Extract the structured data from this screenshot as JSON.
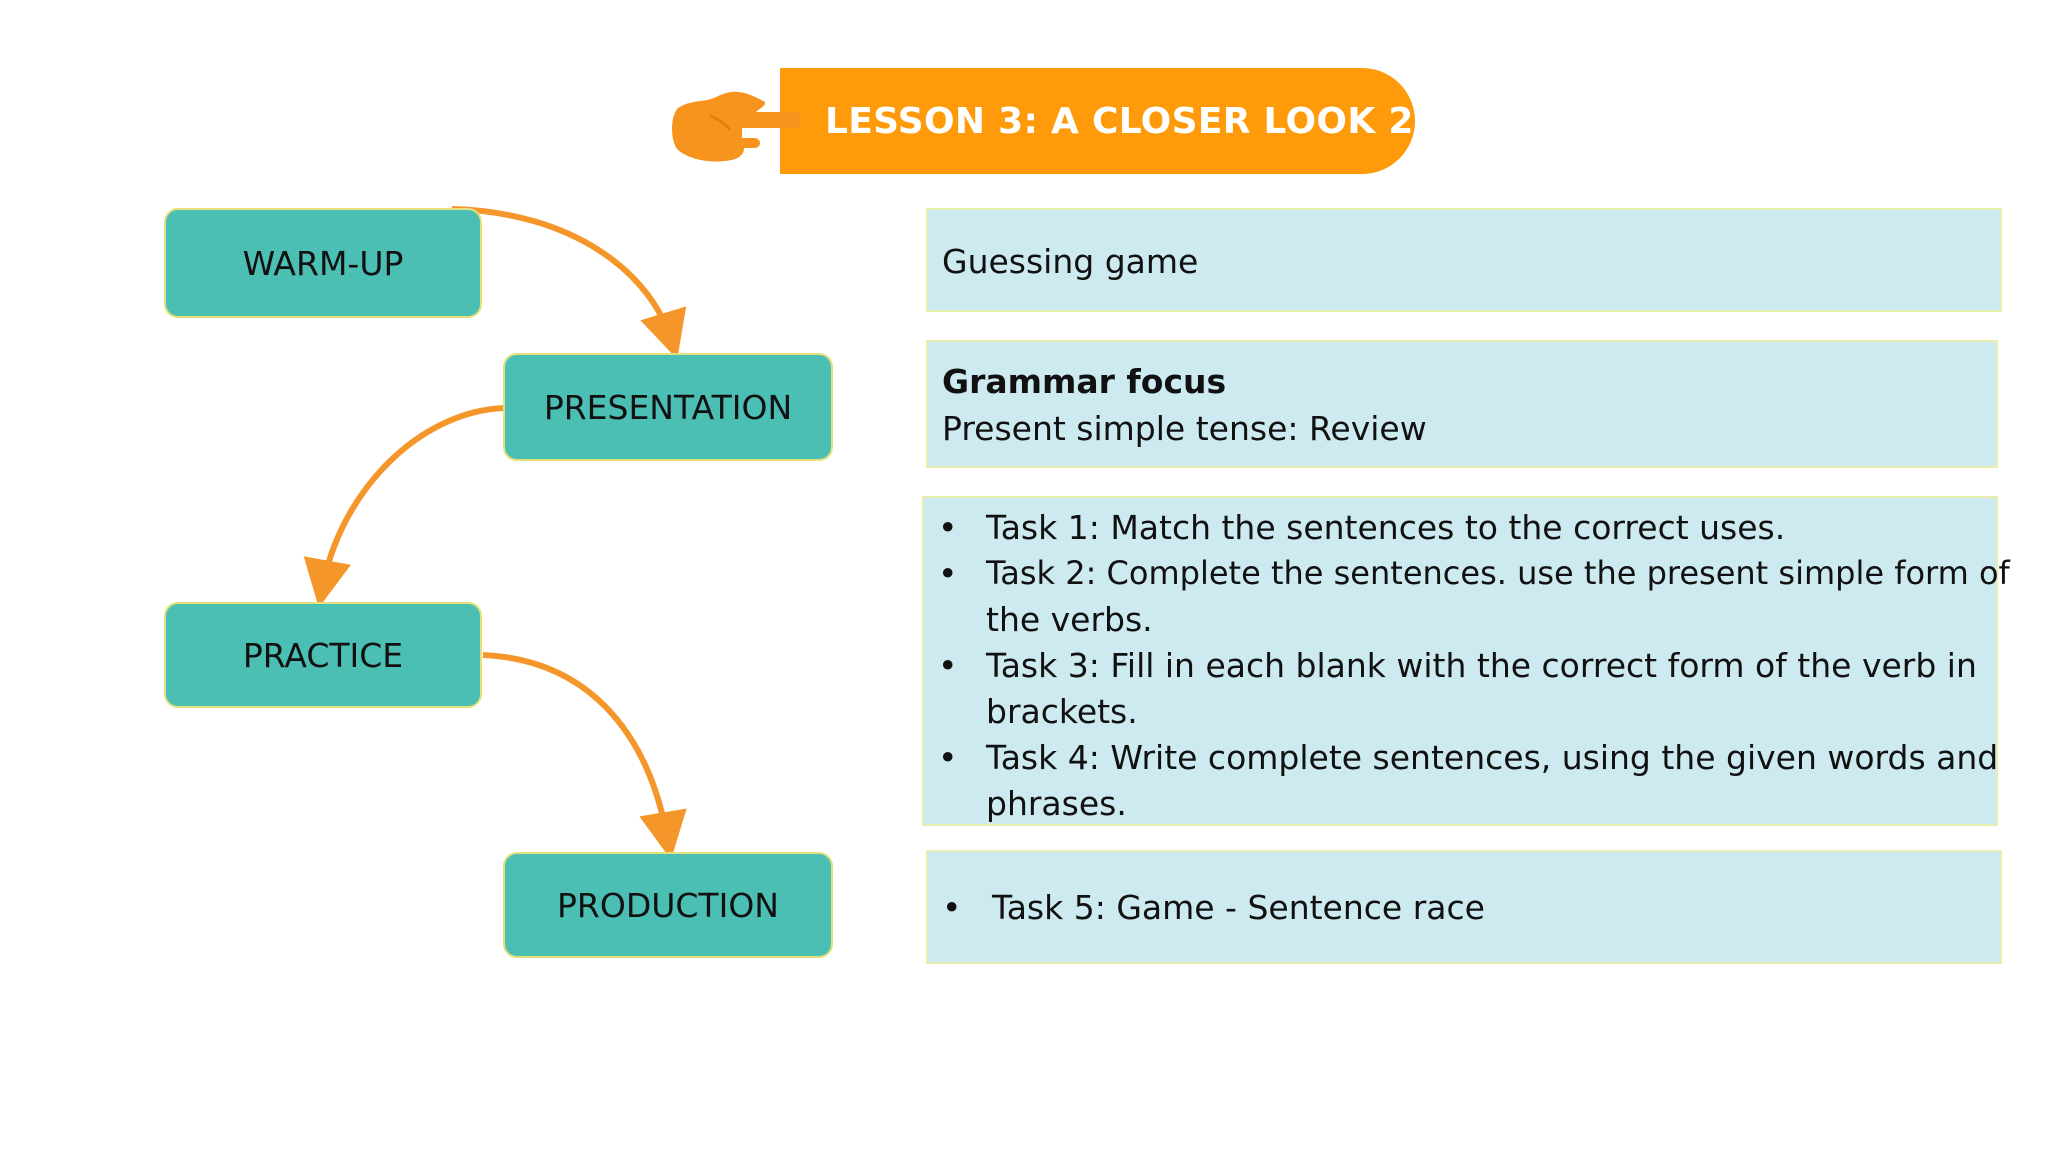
{
  "banner": {
    "title": "LESSON 3: A CLOSER LOOK 2"
  },
  "colors": {
    "banner": "#FF9A0A",
    "stage": "#4BBFB4",
    "stage_border": "#E4E07A",
    "panel": "#CCEAF0",
    "arrow": "#F5962A"
  },
  "stages": {
    "warm_up": "WARM-UP",
    "presentation": "PRESENTATION",
    "practice": "PRACTICE",
    "production": "PRODUCTION"
  },
  "panels": {
    "warm_up": {
      "text": "Guessing game"
    },
    "presentation": {
      "heading": "Grammar focus",
      "text": "Present simple tense: Review"
    },
    "practice": {
      "bullet": "•",
      "lines": [
        "Task 1: Match the sentences to the correct uses.",
        "Task 2: Complete the sentences. use the present simple form of",
        "the verbs.",
        "Task 3: Fill in each blank with the correct form of the verb in",
        "brackets.",
        "Task 4: Write complete sentences, using the given words and",
        "phrases."
      ]
    },
    "production": {
      "bullet": "•",
      "text": "Task 5: Game - Sentence race"
    }
  }
}
